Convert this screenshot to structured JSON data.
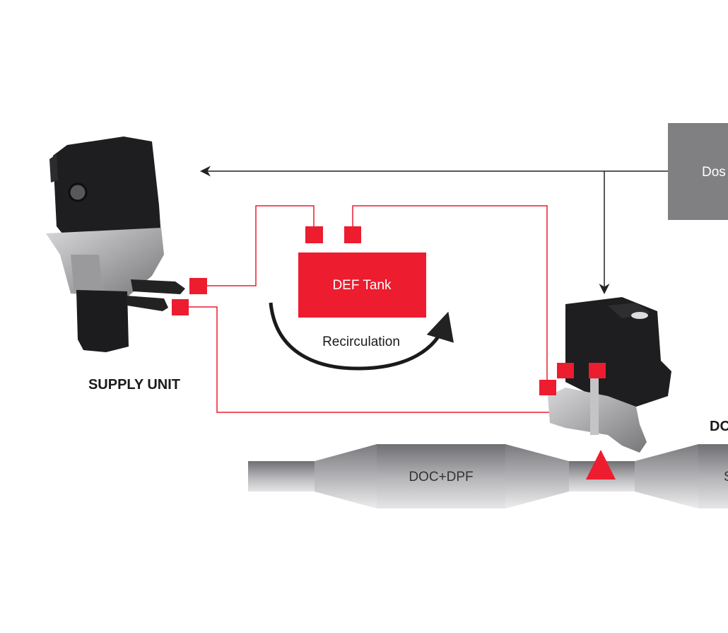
{
  "colors": {
    "red": "#ed1c2e",
    "gray_box": "#808083",
    "line": "#222222",
    "device": "#1e1e20"
  },
  "dosing_box": {
    "label": "Dos"
  },
  "def_tank": {
    "label": "DEF Tank"
  },
  "recirculation": {
    "label": "Recirculation"
  },
  "supply_unit": {
    "label": "SUPPLY UNIT"
  },
  "dosing_module": {
    "label": "DO"
  },
  "exhaust": {
    "doc_dpf_label": "DOC+DPF",
    "scr_label": "S"
  }
}
